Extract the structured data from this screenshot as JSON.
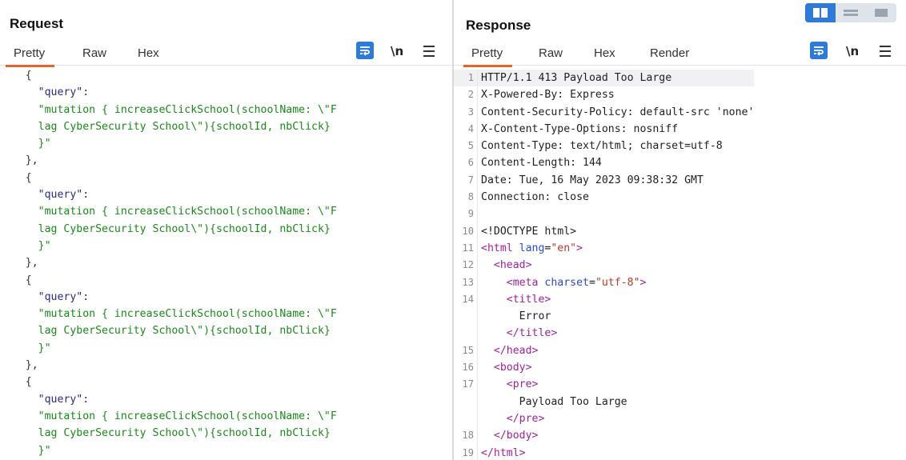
{
  "request": {
    "title": "Request",
    "tabs": [
      "Pretty",
      "Raw",
      "Hex"
    ],
    "active_tab": "Pretty",
    "lines": [
      {
        "indent": "    ",
        "text": "{"
      },
      {
        "indent": "      ",
        "key": "\"query\":",
        "text": ""
      },
      {
        "indent": "      ",
        "str": "\"mutation { increaseClickSchool(schoolName: \\\"F"
      },
      {
        "indent": "      ",
        "str": "lag CyberSecurity School\\\"){schoolId, nbClick}"
      },
      {
        "indent": "      ",
        "str": "}\""
      },
      {
        "indent": "    ",
        "text": "},"
      },
      {
        "indent": "    ",
        "text": "{"
      },
      {
        "indent": "      ",
        "key": "\"query\":",
        "text": ""
      },
      {
        "indent": "      ",
        "str": "\"mutation { increaseClickSchool(schoolName: \\\"F"
      },
      {
        "indent": "      ",
        "str": "lag CyberSecurity School\\\"){schoolId, nbClick}"
      },
      {
        "indent": "      ",
        "str": "}\""
      },
      {
        "indent": "    ",
        "text": "},"
      },
      {
        "indent": "    ",
        "text": "{"
      },
      {
        "indent": "      ",
        "key": "\"query\":",
        "text": ""
      },
      {
        "indent": "      ",
        "str": "\"mutation { increaseClickSchool(schoolName: \\\"F"
      },
      {
        "indent": "      ",
        "str": "lag CyberSecurity School\\\"){schoolId, nbClick}"
      },
      {
        "indent": "      ",
        "str": "}\""
      },
      {
        "indent": "    ",
        "text": "},"
      },
      {
        "indent": "    ",
        "text": "{"
      },
      {
        "indent": "      ",
        "key": "\"query\":",
        "text": ""
      },
      {
        "indent": "      ",
        "str": "\"mutation { increaseClickSchool(schoolName: \\\"F"
      },
      {
        "indent": "      ",
        "str": "lag CyberSecurity School\\\"){schoolId, nbClick}"
      },
      {
        "indent": "      ",
        "str": "}\""
      }
    ]
  },
  "response": {
    "title": "Response",
    "tabs": [
      "Pretty",
      "Raw",
      "Hex",
      "Render"
    ],
    "active_tab": "Pretty",
    "lines": [
      {
        "n": "1",
        "html": "HTTP/1.1 413 Payload Too Large",
        "hl": true
      },
      {
        "n": "2",
        "html": "X-Powered-By: Express"
      },
      {
        "n": "3",
        "html": "Content-Security-Policy: default-src 'none'"
      },
      {
        "n": "4",
        "html": "X-Content-Type-Options: nosniff"
      },
      {
        "n": "5",
        "html": "Content-Type: text/html; charset=utf-8"
      },
      {
        "n": "6",
        "html": "Content-Length: 144"
      },
      {
        "n": "7",
        "html": "Date: Tue, 16 May 2023 09:38:32 GMT"
      },
      {
        "n": "8",
        "html": "Connection: close"
      },
      {
        "n": "9",
        "html": ""
      },
      {
        "n": "10",
        "html": "<!DOCTYPE html>"
      },
      {
        "n": "11",
        "tag_open": "<html ",
        "attr": "lang",
        "eq": "=",
        "val": "\"en\"",
        "tag_close": ">"
      },
      {
        "n": "12",
        "indent": "  ",
        "tag": "<head>"
      },
      {
        "n": "13",
        "indent": "    ",
        "tag_open": "<meta ",
        "attr": "charset",
        "eq": "=",
        "val": "\"utf-8\"",
        "tag_close": ">"
      },
      {
        "n": "14",
        "indent": "    ",
        "tag": "<title>"
      },
      {
        "n": "",
        "indent": "      ",
        "html": "Error"
      },
      {
        "n": "",
        "indent": "    ",
        "tag": "</title>"
      },
      {
        "n": "15",
        "indent": "  ",
        "tag": "</head>"
      },
      {
        "n": "16",
        "indent": "  ",
        "tag": "<body>"
      },
      {
        "n": "17",
        "indent": "    ",
        "tag": "<pre>"
      },
      {
        "n": "",
        "indent": "      ",
        "html": "Payload Too Large"
      },
      {
        "n": "",
        "indent": "    ",
        "tag": "</pre>"
      },
      {
        "n": "18",
        "indent": "  ",
        "tag": "</body>"
      },
      {
        "n": "19",
        "tag": "</html>"
      }
    ]
  },
  "toolbar": {
    "nl_label": "\\n"
  },
  "colors": {
    "accent": "#2f7ad6",
    "tab_underline": "#e8632b"
  }
}
